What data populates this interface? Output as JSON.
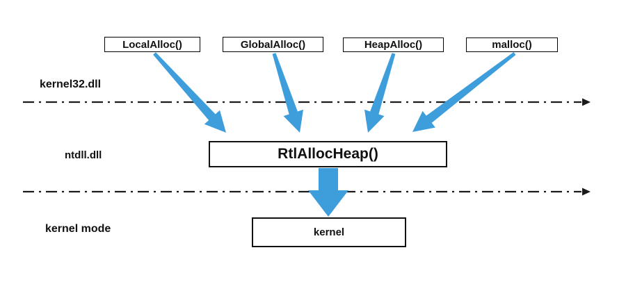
{
  "diagram": {
    "nodes": {
      "localalloc": {
        "label": "LocalAlloc()"
      },
      "globalalloc": {
        "label": "GlobalAlloc()"
      },
      "heapalloc": {
        "label": "HeapAlloc()"
      },
      "malloc": {
        "label": "malloc()"
      },
      "rtlallocheap": {
        "label": "RtlAllocHeap()"
      },
      "kernel": {
        "label": "kernel"
      }
    },
    "layers": {
      "kernel32": {
        "label": "kernel32.dll"
      },
      "ntdll": {
        "label": "ntdll.dll"
      },
      "kernelmode": {
        "label": "kernel mode"
      }
    },
    "connections": [
      {
        "from": "localalloc",
        "to": "rtlallocheap"
      },
      {
        "from": "globalalloc",
        "to": "rtlallocheap"
      },
      {
        "from": "heapalloc",
        "to": "rtlallocheap"
      },
      {
        "from": "malloc",
        "to": "rtlallocheap"
      },
      {
        "from": "rtlallocheap",
        "to": "kernel"
      }
    ],
    "colors": {
      "arrow_blue": "#3E9EDC",
      "line_black": "#1a1a1a"
    }
  }
}
